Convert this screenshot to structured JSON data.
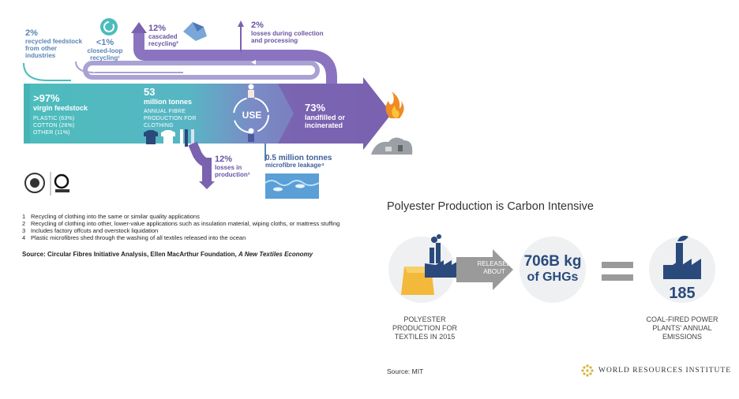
{
  "colors": {
    "teal": "#4cbcbc",
    "purple": "#7a62b0",
    "light_purple": "#a9a2d4",
    "navy": "#2a4a7c",
    "wri_grey_circle": "#eef0f2",
    "arrow_grey": "#9a9a9a",
    "fire": "#f08a24",
    "gold": "#d8b43a"
  },
  "left_infographic": {
    "recycled_other": {
      "pct": "2%",
      "text": "recycled feedstock from other industries"
    },
    "closed_loop": {
      "pct": "<1%",
      "text": "closed-loop recycling¹"
    },
    "cascaded": {
      "pct": "12%",
      "text": "cascaded recycling²"
    },
    "collection_losses": {
      "pct": "2%",
      "text": "losses during collection and processing"
    },
    "virgin": {
      "pct": ">97%",
      "title": "virgin feedstock",
      "plastic": "PLASTIC (63%)",
      "cotton": "COTTON (26%)",
      "other": "OTHER (11%)"
    },
    "production": {
      "value": "53",
      "unit": "million tonnes",
      "desc": "ANNUAL FIBRE PRODUCTION FOR CLOTHING"
    },
    "use_label": "USE",
    "landfill": {
      "pct": "73%",
      "text": "landfilled or incinerated"
    },
    "production_losses": {
      "pct": "12%",
      "text": "losses in production³"
    },
    "microfibre": {
      "value": "0.5",
      "unit": "million tonnes",
      "text": "microfibre leakage⁴"
    },
    "footnotes": [
      {
        "num": "1",
        "text": "Recycling of clothing into the same or similar quality applications"
      },
      {
        "num": "2",
        "text": "Recycling of clothing into other, lower-value applications such as insulation material, wiping cloths, or mattress stuffing"
      },
      {
        "num": "3",
        "text": "Includes factory offcuts and overstock liquidation"
      },
      {
        "num": "4",
        "text": "Plastic microfibres shed through the washing of all textiles released into the ocean"
      }
    ],
    "source_prefix": "Source: Circular Fibres Initiative Analysis, Ellen MacArthur Foundation,",
    "source_italic": "A New Textiles Economy"
  },
  "right_infographic": {
    "title": "Polyester Production is Carbon Intensive",
    "left_caption": "POLYESTER PRODUCTION FOR TEXTILES IN 2015",
    "arrow_label": "RELEASED ABOUT",
    "ghg_value": "706B kg",
    "ghg_unit": "of GHGs",
    "equals": "=",
    "plants_value": "185",
    "plants_caption": "COAL-FIRED POWER PLANTS' ANNUAL EMISSIONS",
    "source": "Source: MIT",
    "brand": "WORLD RESOURCES INSTITUTE"
  }
}
